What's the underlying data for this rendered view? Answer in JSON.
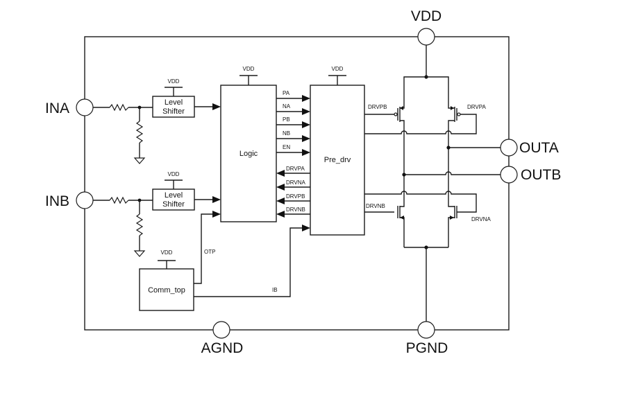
{
  "pins": {
    "vdd": "VDD",
    "ina": "INA",
    "inb": "INB",
    "outa": "OUTA",
    "outb": "OUTB",
    "agnd": "AGND",
    "pgnd": "PGND"
  },
  "blocks": {
    "level_shifter_a": [
      "Level",
      "Shifter"
    ],
    "level_shifter_b": [
      "Level",
      "Shifter"
    ],
    "logic": "Logic",
    "pre_drv": "Pre_drv",
    "comm_top": "Comm_top"
  },
  "supply_label": "VDD",
  "signals_forward": [
    "PA",
    "NA",
    "PB",
    "NB",
    "EN"
  ],
  "signals_return": [
    "DRVPA",
    "DRVNA",
    "DRVPB",
    "DRVNB"
  ],
  "comm_signals": {
    "otp": "OTP",
    "ib": "IB"
  },
  "gate_labels": {
    "top_left": "DRVPB",
    "top_right": "DRVPA",
    "bottom_left": "DRVNB",
    "bottom_right": "DRVNA"
  }
}
